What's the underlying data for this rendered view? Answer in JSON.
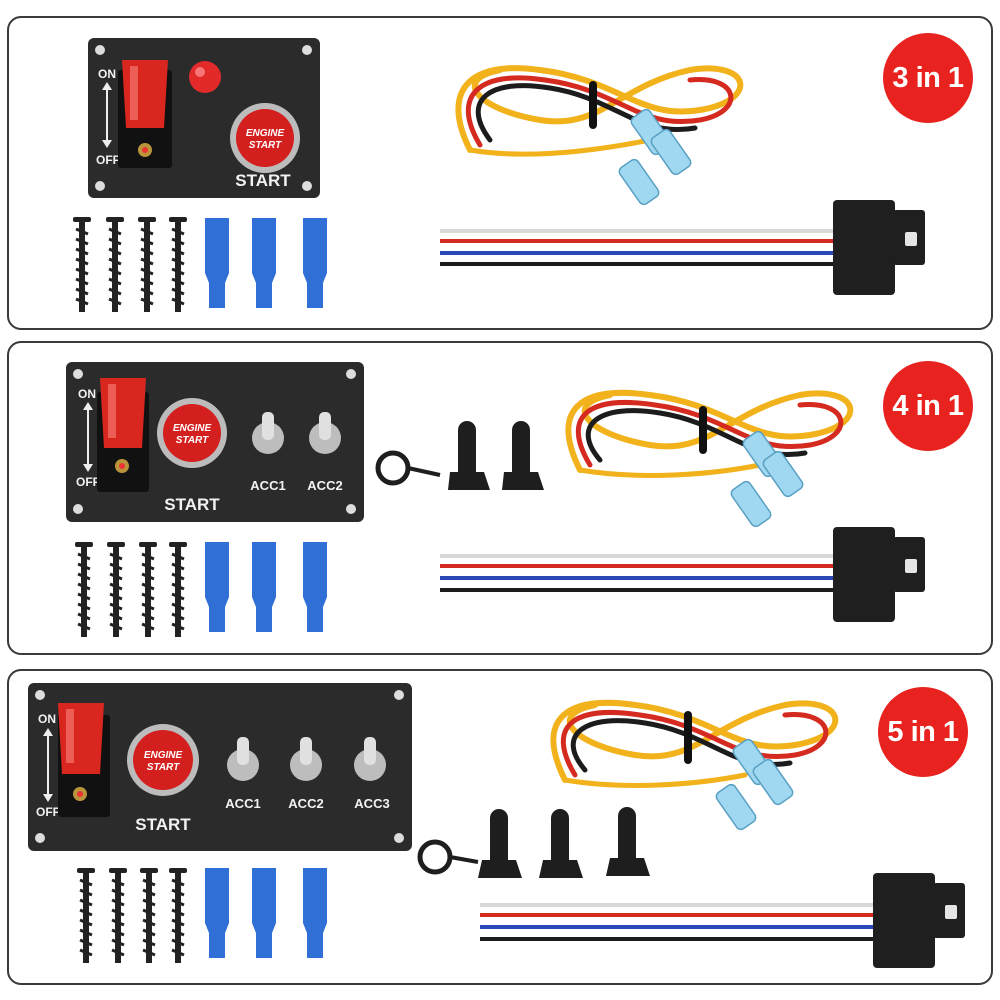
{
  "kits": [
    {
      "badge": "3 in 1",
      "panel": {
        "on_label": "ON",
        "off_label": "OFF",
        "button_line1": "ENGINE",
        "button_line2": "START",
        "start_label": "START",
        "acc_labels": []
      }
    },
    {
      "badge": "4 in 1",
      "panel": {
        "on_label": "ON",
        "off_label": "OFF",
        "button_line1": "ENGINE",
        "button_line2": "START",
        "start_label": "START",
        "acc_labels": [
          "ACC1",
          "ACC2"
        ]
      }
    },
    {
      "badge": "5 in 1",
      "panel": {
        "on_label": "ON",
        "off_label": "OFF",
        "button_line1": "ENGINE",
        "button_line2": "START",
        "start_label": "START",
        "acc_labels": [
          "ACC1",
          "ACC2",
          "ACC3"
        ]
      }
    }
  ],
  "colors": {
    "badge": "#e8231f",
    "panel": "#2b2b2b",
    "switch_cover": "#d9261f",
    "terminal": "#2f6fd6",
    "wire_yellow": "#f2b21b",
    "wire_red": "#d52a1f",
    "wire_blue": "#2b48b8",
    "wire_black": "#1c1c1c"
  }
}
